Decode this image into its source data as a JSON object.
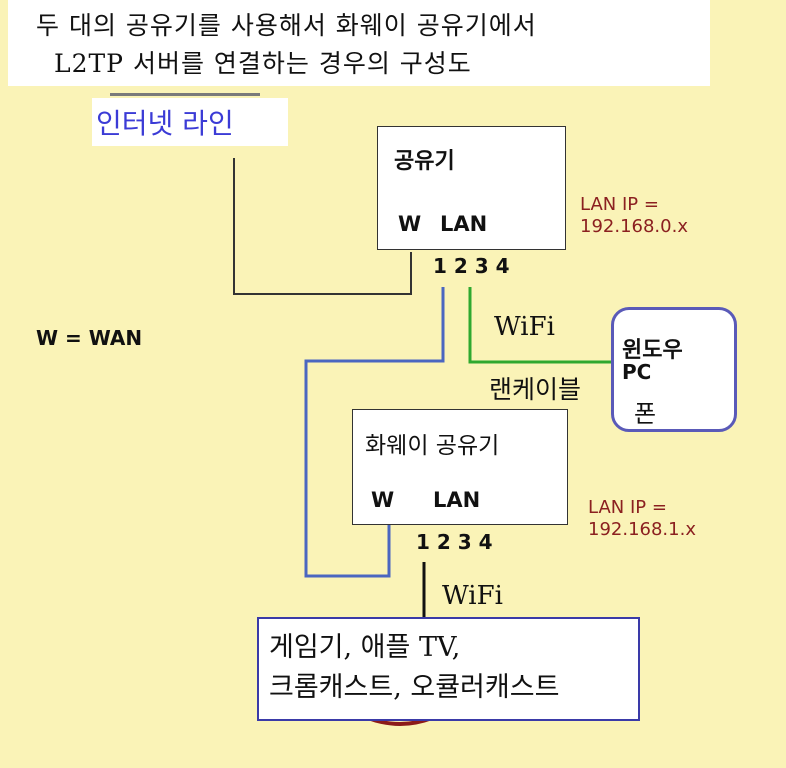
{
  "title": {
    "line1": "두 대의 공유기를 사용해서 화웨이 공유기에서",
    "line2": "L2TP 서버를 연결하는 경우의 구성도"
  },
  "internet_line": "인터넷 라인",
  "wan_legend": "W = WAN",
  "router1": {
    "name": "공유기",
    "wan_label": "W",
    "lan_label": "LAN",
    "ports": "1 2 3 4",
    "lan_ip_line1": "LAN IP =",
    "lan_ip_line2": "192.168.0.x"
  },
  "router2": {
    "name": "화웨이 공유기",
    "wan_label": "W",
    "lan_label": "LAN",
    "ports": "1 2 3 4",
    "lan_ip_line1": "LAN IP =",
    "lan_ip_line2": "192.168.1.x"
  },
  "pc": {
    "line1": "윈도우",
    "line2": "PC",
    "line3": "폰"
  },
  "wifi_top": "WiFi",
  "lan_cable": "랜케이블",
  "wifi_bottom": "WiFi",
  "devices": {
    "line1": "게임기, 애플 TV,",
    "line2": "크롬캐스트, 오큘러캐스트"
  },
  "colors": {
    "background": "#FAF3B7",
    "wan_line": "#333333",
    "lan_line_blue": "#4a66c0",
    "wifi_line_green": "#2fa82f",
    "lan_ip_text": "#8b2020",
    "internet_text": "#3b3bd6",
    "pc_border": "#5a5ab8",
    "devices_border": "#3a3aa8"
  }
}
